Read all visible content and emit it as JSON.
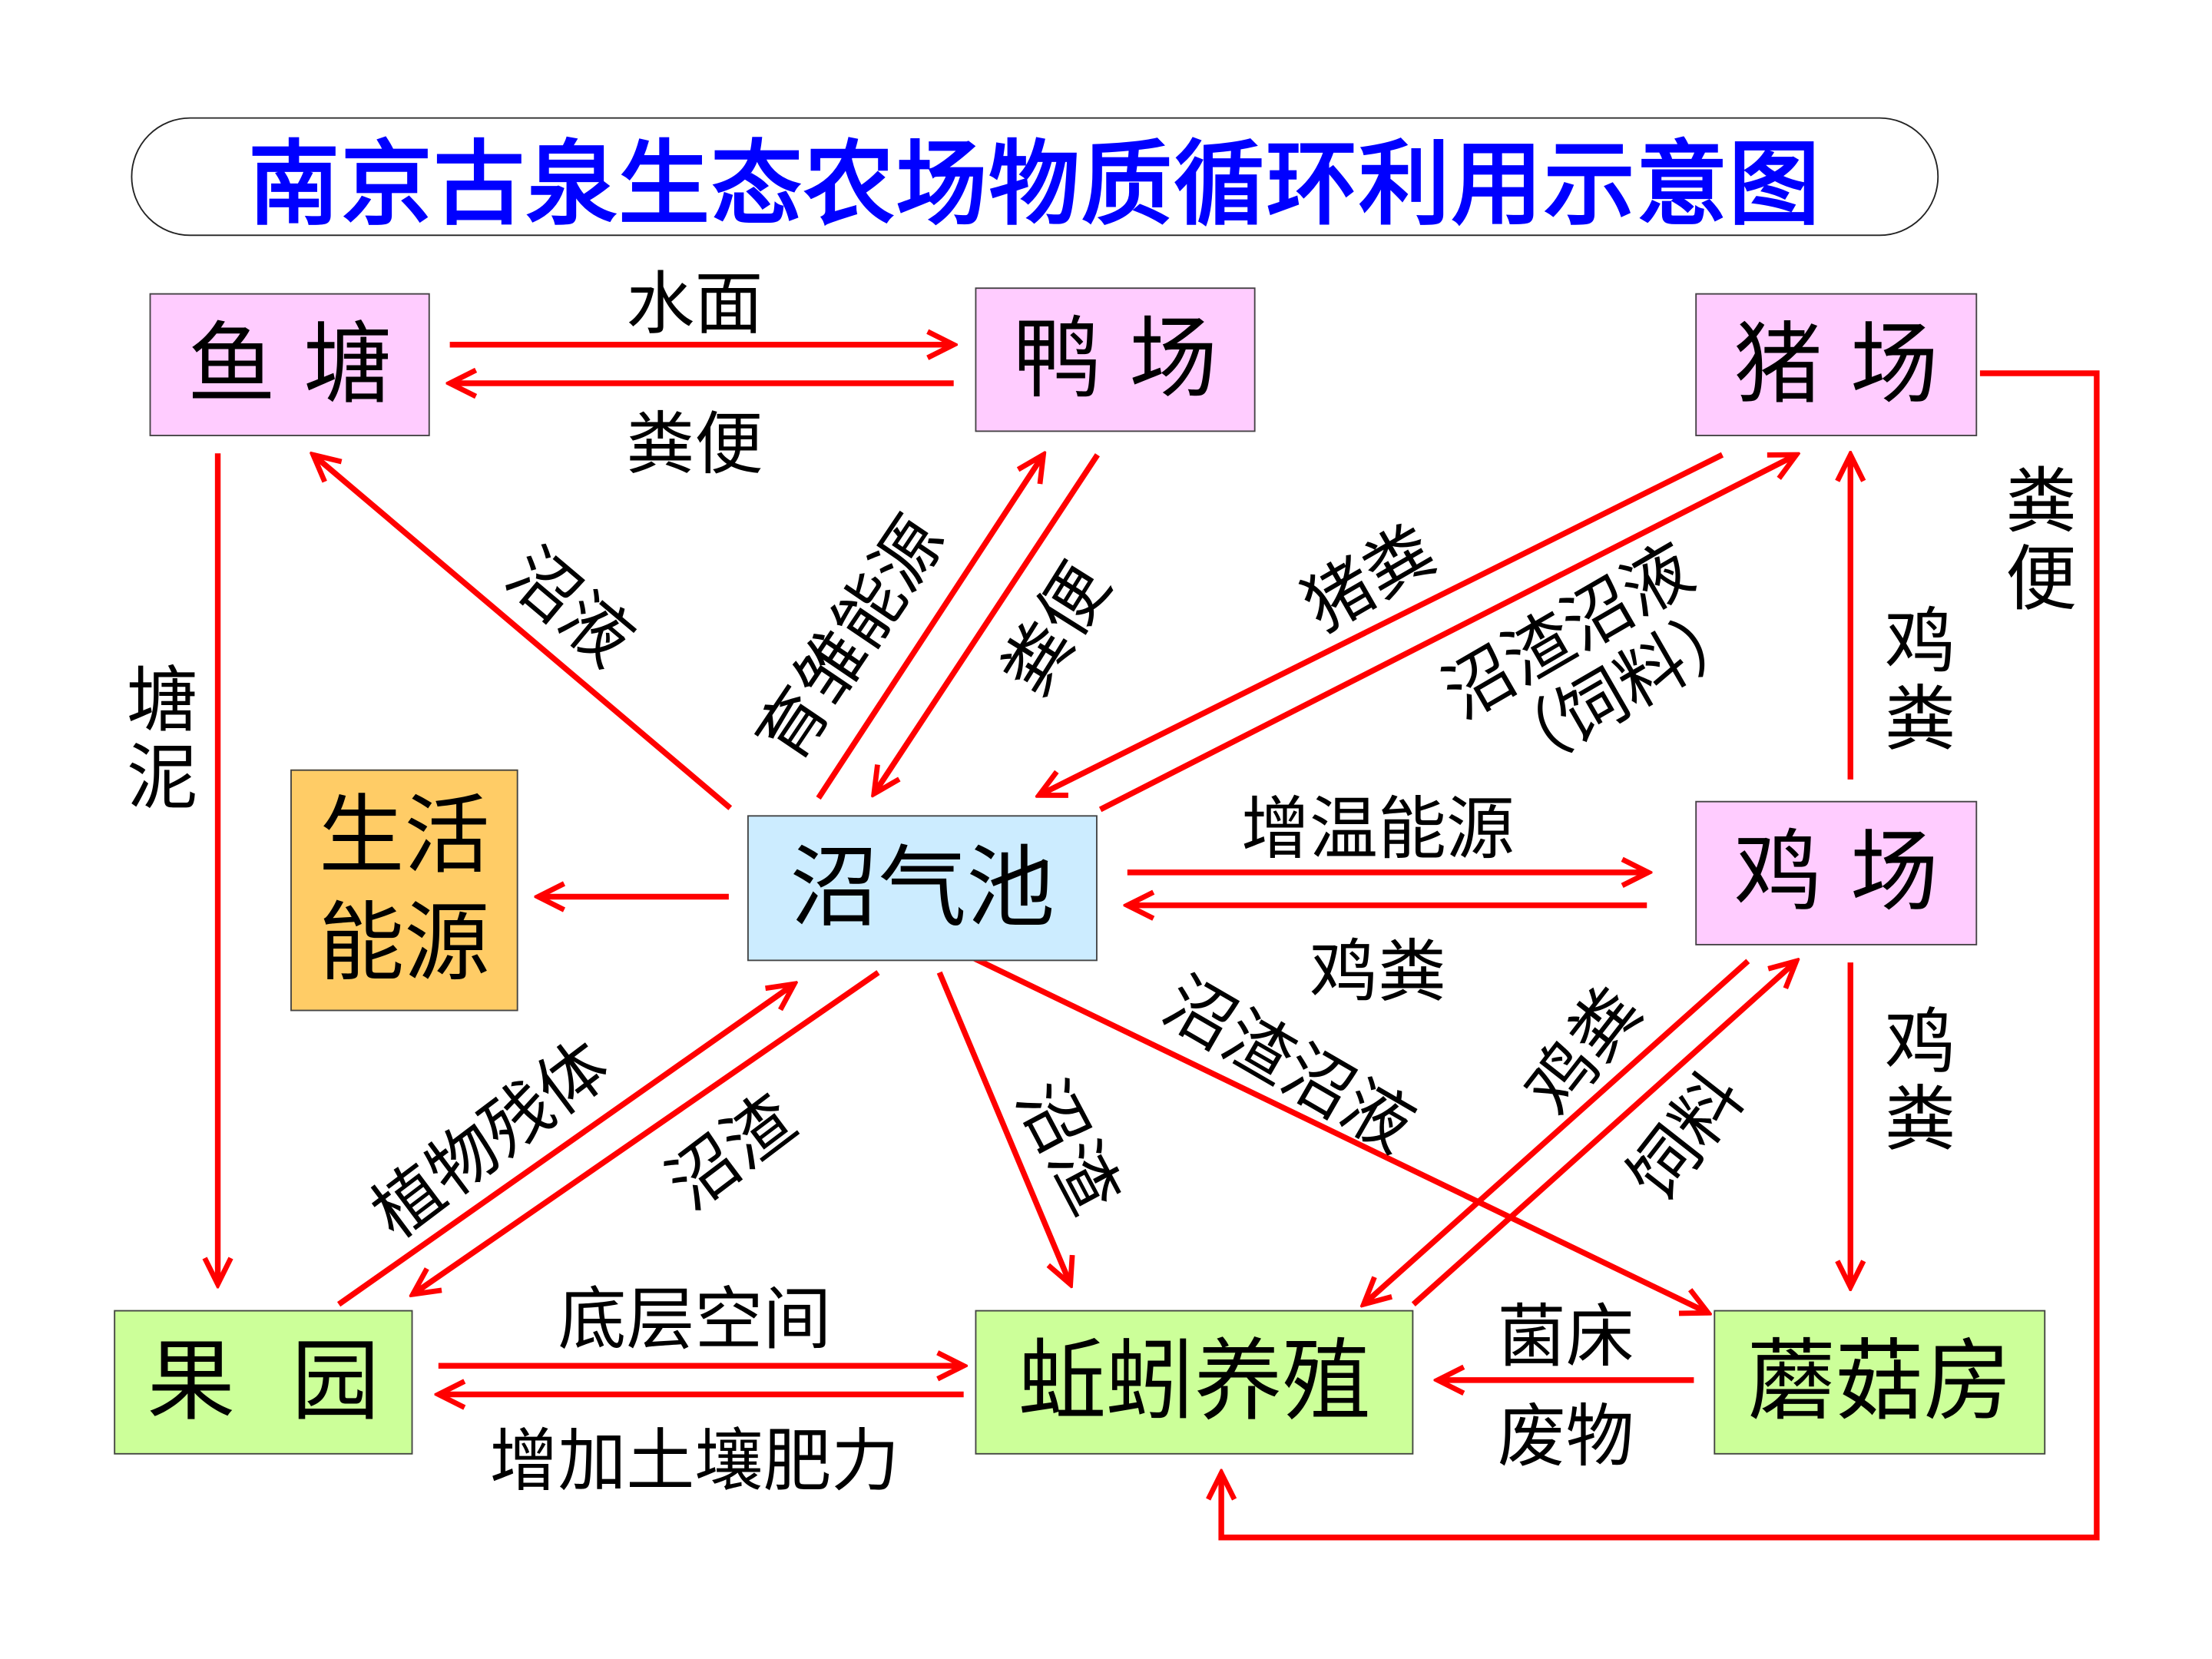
{
  "title": "南京古泉生态农场物质循环利用示意图",
  "colors": {
    "arrow": "#FF0000",
    "title": "#0000FF",
    "pink": "#FFCCFF",
    "blue": "#CCECFF",
    "orange": "#FFCC66",
    "green": "#CCFF99"
  },
  "nodes": {
    "fish_pond": "鱼 塘",
    "duck_farm": "鸭 场",
    "pig_farm": "猪 场",
    "biogas_digester": "沼气池",
    "living_energy": {
      "line1": "生活",
      "line2": "能源"
    },
    "chicken_farm": "鸡 场",
    "orchard": "果  园",
    "earthworm_farm": "蚯蚓养殖",
    "mushroom_house": "蘑菇房"
  },
  "edge_labels": {
    "fish_to_duck": "水面",
    "duck_to_fish": "粪便",
    "fish_to_orchard": "塘泥",
    "biogas_to_fish": "沼液",
    "biogas_to_duck": "育雏能源",
    "duck_to_biogas": "粪便",
    "pig_to_biogas": "猪粪",
    "biogas_to_pig": {
      "line1": "沼渣沼液",
      "line2": "（饲料）"
    },
    "chicken_to_pig": "鸡粪",
    "pig_to_earthworm": "粪便",
    "biogas_to_chicken": "增温能源",
    "chicken_to_biogas": "鸡粪",
    "orchard_to_biogas": "植物残体",
    "biogas_to_orchard": "沼渣",
    "biogas_to_earthworm": "沼渣",
    "biogas_to_mushroom": "沼渣沼液",
    "chicken_to_earthworm": "鸡粪",
    "earthworm_to_chicken": "饲料",
    "chicken_to_mushroom": "鸡粪",
    "orchard_to_earthworm": "底层空间",
    "earthworm_to_orchard": "增加土壤肥力",
    "mushroom_to_earthworm": {
      "line1": "菌床",
      "line2": "废物"
    }
  }
}
